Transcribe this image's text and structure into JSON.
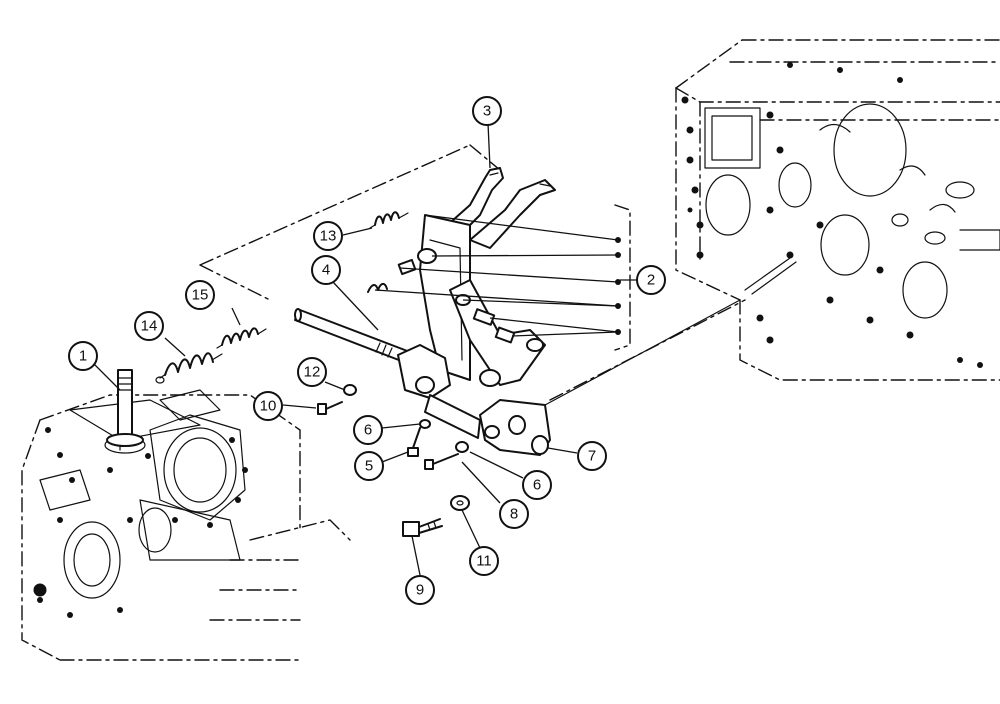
{
  "callouts": [
    {
      "id": "1",
      "label": "1"
    },
    {
      "id": "2",
      "label": "2"
    },
    {
      "id": "3",
      "label": "3"
    },
    {
      "id": "4",
      "label": "4"
    },
    {
      "id": "5",
      "label": "5"
    },
    {
      "id": "6a",
      "label": "6"
    },
    {
      "id": "6b",
      "label": "6"
    },
    {
      "id": "7",
      "label": "7"
    },
    {
      "id": "8",
      "label": "8"
    },
    {
      "id": "9",
      "label": "9"
    },
    {
      "id": "10",
      "label": "10"
    },
    {
      "id": "11",
      "label": "11"
    },
    {
      "id": "12",
      "label": "12"
    },
    {
      "id": "13",
      "label": "13"
    },
    {
      "id": "14",
      "label": "14"
    },
    {
      "id": "15",
      "label": "15"
    }
  ]
}
